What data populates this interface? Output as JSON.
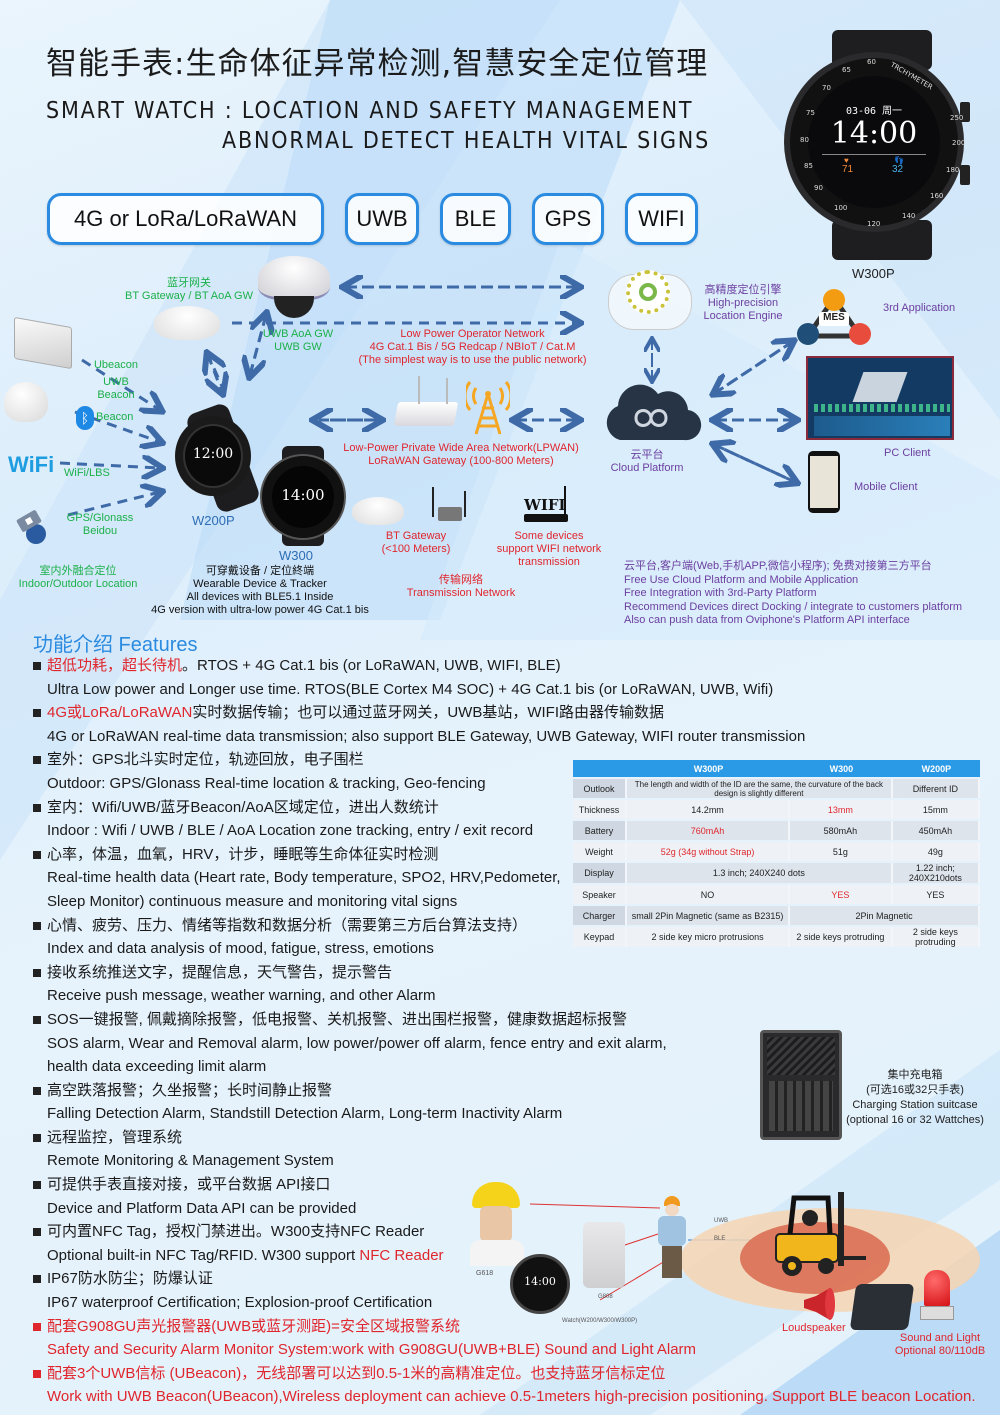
{
  "header": {
    "title_cn": "智能手表:生命体征异常检测,智慧安全定位管理",
    "title_en_line1": "SMART WATCH : LOCATION AND SAFETY MANAGEMENT",
    "title_en_line2": "ABNORMAL DETECT HEALTH VITAL SIGNS"
  },
  "tech_pills": [
    {
      "label": "4G or LoRa/LoRaWAN"
    },
    {
      "label": "UWB"
    },
    {
      "label": "BLE"
    },
    {
      "label": "GPS"
    },
    {
      "label": "WIFI"
    }
  ],
  "hero_watch": {
    "model": "W300P",
    "date": "03-06 周一",
    "time": "14:00",
    "heart_rate": "71",
    "steps": "32",
    "bezel_text": "TRCHYMETER"
  },
  "diagram": {
    "bt_gateway": {
      "cn": "蓝牙网关",
      "en": "BT Gateway / BT AoA GW"
    },
    "uwb_gateway": {
      "line1": "UWB AoA GW",
      "line2": "UWB GW"
    },
    "ubeacon": {
      "line1": "Ubeacon",
      "line2": "UWB Beacon"
    },
    "beacon": "Beacon",
    "wifi_logo": "WiFi",
    "wifi_lbs": "WiFi/LBS",
    "gps": {
      "line1": "GPS/Glonass",
      "line2": "Beidou"
    },
    "indoor_outdoor": {
      "cn": "室内外融合定位",
      "en": "Indoor/Outdoor Location"
    },
    "watch_w200p": {
      "model": "W200P",
      "time": "12:00"
    },
    "watch_w300": {
      "model": "W300",
      "time": "14:00"
    },
    "wearable": {
      "cn": "可穿戴设备 / 定位終端",
      "en1": "Wearable Device & Tracker",
      "en2": "All devices with BLE5.1 Inside",
      "en3": "4G version with ultra-low power 4G Cat.1 bis"
    },
    "operator_network": {
      "line1": "Low Power Operator Network",
      "line2": "4G Cat.1 Bis / 5G Redcap / NBIoT / Cat.M",
      "line3": "(The simplest way is to use the public network)"
    },
    "lpwan": {
      "line1": "Low-Power Private Wide Area Network(LPWAN)",
      "line2": "LoRaWAN Gateway  (100-800 Meters)"
    },
    "bt_gateway_small": {
      "line1": "BT Gateway",
      "line2": "(<100 Meters)"
    },
    "wifi_router": {
      "logo": "WIFI",
      "line1": "Some devices",
      "line2": "support WIFI network",
      "line3": "transmission"
    },
    "transmission": {
      "cn": "传输网络",
      "en": "Transmission Network"
    },
    "location_engine": {
      "cn": "高精度定位引擎",
      "en1": "High-precision",
      "en2": "Location Engine"
    },
    "cloud": {
      "cn": "云平台",
      "en": "Cloud Platform"
    },
    "third_app": {
      "label": "3rd Application",
      "badge": "MES"
    },
    "pc_client": "PC Client",
    "mobile_client": "Mobile Client",
    "platform_notes": [
      "云平台,客户端(Web,手机APP,微信小程序); 免费对接第三方平台",
      "Free Use Cloud Platform and Mobile Application",
      "Free Integration with 3rd-Party Platform",
      "Recommend Devices direct Docking / integrate to customers platform",
      "Also can push data from Oviphone's Platform API interface"
    ]
  },
  "features": {
    "title": "功能介绍 Features",
    "items": [
      {
        "cn_red": "超低功耗，超长待机",
        "cn": "。RTOS + 4G Cat.1 bis  (or LoRaWAN, UWB, WIFI, BLE)",
        "en": "Ultra Low power and Longer use time. RTOS(BLE Cortex M4 SOC) + 4G Cat.1 bis (or LoRaWAN, UWB, Wifi)"
      },
      {
        "cn_red": "4G或LoRa/LoRaWAN",
        "cn": "实时数据传输；也可以通过蓝牙网关，UWB基站，WIFI路由器传输数据",
        "en": "4G or LoRaWAN real-time data transmission; also support BLE Gateway, UWB Gateway, WIFI router transmission"
      },
      {
        "cn": "室外：GPS北斗实时定位，轨迹回放，电子围栏",
        "en": "Outdoor: GPS/Glonass Real-time location & tracking, Geo-fencing"
      },
      {
        "cn": "室内：Wifi/UWB/蓝牙Beacon/AoA区域定位，进出人数统计",
        "en": "Indoor : Wifi / UWB / BLE / AoA Location zone tracking, entry / exit record"
      },
      {
        "cn": "心率，体温，血氧，HRV，计步，睡眠等生命体征实时检测",
        "en": "Real-time health data (Heart rate, Body temperature, SPO2, HRV,Pedometer,",
        "en2": "Sleep Monitor) continuous measure and monitoring vital signs"
      },
      {
        "cn": "心情、疲劳、压力、情绪等指数和数据分析（需要第三方后台算法支持）",
        "en": "Index and data analysis of mood, fatigue, stress, emotions"
      },
      {
        "cn": "接收系统推送文字，提醒信息，天气警告，提示警告",
        "en": "Receive push message, weather warning, and other Alarm"
      },
      {
        "cn": "SOS一键报警, 佩戴摘除报警，低电报警、关机报警、进出围栏报警，健康数据超标报警",
        "en": "SOS alarm, Wear and Removal alarm, low power/power off alarm, fence entry and exit alarm,",
        "en2": "health data exceeding limit alarm"
      },
      {
        "cn": "高空跌落报警；久坐报警；长时间静止报警",
        "en": "Falling Detection Alarm, Standstill Detection Alarm, Long-term Inactivity Alarm"
      },
      {
        "cn": "远程监控，管理系统",
        "en": "Remote Monitoring & Management System"
      },
      {
        "cn": "可提供手表直接对接，或平台数据 API接口",
        "en": "Device and Platform Data API can be provided"
      },
      {
        "cn": "可内置NFC Tag，授权门禁进出。W300支持NFC Reader",
        "en": "Optional built-in NFC Tag/RFID. W300 support ",
        "en_red": "NFC Reader"
      },
      {
        "cn": "IP67防水防尘；防爆认证",
        "en": "IP67 waterproof Certification; Explosion-proof Certification"
      },
      {
        "cn": "配套G908GU声光报警器(UWB或蓝牙测距)=安全区域报警系统",
        "en": "Safety and Security Alarm Monitor System:work with G908GU(UWB+BLE) Sound and Light Alarm",
        "red": true
      },
      {
        "cn": "配套3个UWB信标 (UBeacon)，无线部署可以达到0.5-1米的高精准定位。也支持蓝牙信标定位",
        "en": "Work with UWB Beacon(UBeacon),Wireless deployment can achieve 0.5-1meters high-precision positioning. Support BLE beacon Location.",
        "red": true
      }
    ]
  },
  "spec_table": {
    "headers": [
      "",
      "W300P",
      "W300",
      "W200P"
    ],
    "rows": [
      {
        "label": "Outlook",
        "cells": [
          {
            "text": "The length and width of the ID are the same, the curvature of the back design is slightly different",
            "span": 2
          },
          {
            "text": "Different ID"
          }
        ]
      },
      {
        "label": "Thickness",
        "cells": [
          {
            "text": "14.2mm"
          },
          {
            "text": "13mm",
            "red": true
          },
          {
            "text": "15mm"
          }
        ]
      },
      {
        "label": "Battery",
        "cells": [
          {
            "text": "760mAh",
            "red": true
          },
          {
            "text": "580mAh"
          },
          {
            "text": "450mAh"
          }
        ]
      },
      {
        "label": "Weight",
        "cells": [
          {
            "text": "52g  (34g without Strap)",
            "red": true
          },
          {
            "text": "51g"
          },
          {
            "text": "49g"
          }
        ]
      },
      {
        "label": "Display",
        "cells": [
          {
            "text": "1.3 inch; 240X240 dots",
            "span": 2
          },
          {
            "text": "1.22 inch; 240X210dots"
          }
        ]
      },
      {
        "label": "Speaker",
        "cells": [
          {
            "text": "NO"
          },
          {
            "text": "YES",
            "red": true
          },
          {
            "text": "YES"
          }
        ]
      },
      {
        "label": "Charger",
        "cells": [
          {
            "text": "small 2Pin Magnetic (same as B2315)"
          },
          {
            "text": "2Pin Magnetic",
            "span": 2
          }
        ]
      },
      {
        "label": "Keypad",
        "cells": [
          {
            "text": "2 side key micro protrusions"
          },
          {
            "text": "2 side keys protruding"
          },
          {
            "text": "2 side keys protruding"
          }
        ]
      }
    ]
  },
  "charging_station": {
    "cn1": "集中充电箱",
    "cn2": "(可选16或32只手表)",
    "en1": "Charging Station suitcase",
    "en2": "(optional 16 or 32 Wattches)"
  },
  "alarm_scene": {
    "helmet_label": "G618",
    "badge_label": "G808",
    "watch_caption": "Watch(W200/W300/W300P)",
    "watch_time": "14:00",
    "uwb": "UWB",
    "ble": "BLE",
    "loudspeaker": "Loudspeaker",
    "sound_light_1": "Sound and Light",
    "sound_light_2": "Optional  80/110dB"
  },
  "colors": {
    "accent_blue": "#2b8be0",
    "alert_red": "#e0262d",
    "label_green": "#1cb04a",
    "label_purple": "#6b3fa0",
    "table_header": "#2b9ae6"
  }
}
